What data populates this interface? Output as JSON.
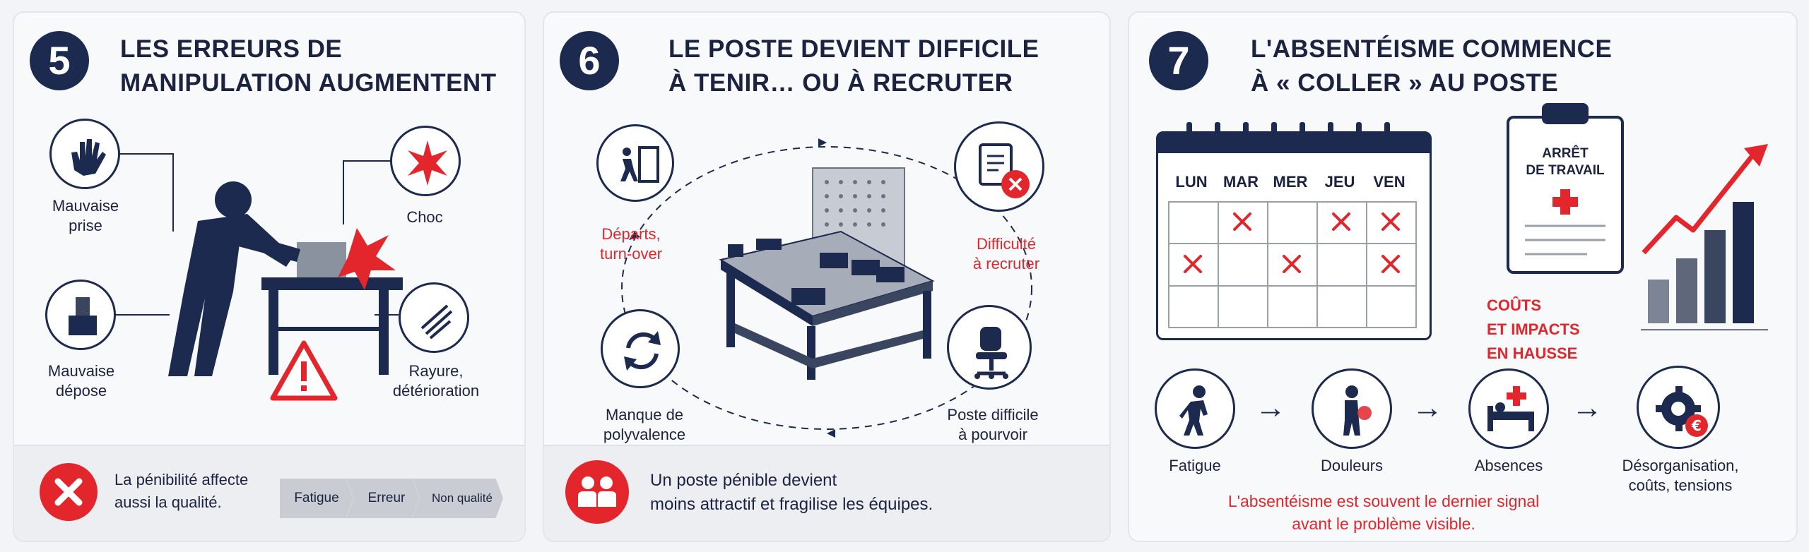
{
  "panel5": {
    "number": "5",
    "title_line1": "LES ERREURS DE",
    "title_line2": "MANIPULATION AUGMENTENT",
    "labels": {
      "bad_grip_l1": "Mauvaise",
      "bad_grip_l2": "prise",
      "shock": "Choc",
      "bad_place_l1": "Mauvaise",
      "bad_place_l2": "dépose",
      "scratch_l1": "Rayure,",
      "scratch_l2": "détérioration"
    },
    "footer_text_l1": "La pénibilité affecte",
    "footer_text_l2": "aussi la qualité.",
    "chain": [
      "Fatigue",
      "Erreur",
      "Non qualité"
    ]
  },
  "panel6": {
    "number": "6",
    "title_line1": "LE POSTE DEVIENT DIFFICILE",
    "title_line2": "À TENIR… OU À RECRUTER",
    "labels": {
      "departures_l1": "Départs,",
      "departures_l2": "turn-over",
      "hiring_l1": "Difficulté",
      "hiring_l2": "à recruter",
      "versatility_l1": "Manque de",
      "versatility_l2": "polyvalence",
      "fill_l1": "Poste difficile",
      "fill_l2": "à pourvoir"
    },
    "footer_text_l1": "Un poste pénible devient",
    "footer_text_l2": "moins attractif et fragilise les équipes."
  },
  "panel7": {
    "number": "7",
    "title_line1": "L'ABSENTÉISME COMMENCE",
    "title_line2": "À « COLLER » AU POSTE",
    "days": [
      "LUN",
      "MAR",
      "MER",
      "JEU",
      "VEN"
    ],
    "clipboard_l1": "ARRÊT",
    "clipboard_l2": "DE TRAVAIL",
    "costs_l1": "COÛTS",
    "costs_l2": "ET IMPACTS",
    "costs_l3": "EN HAUSSE",
    "flow": [
      "Fatigue",
      "Douleurs",
      "Absences"
    ],
    "flow_last_l1": "Désorganisation,",
    "flow_last_l2": "coûts, tensions",
    "note_l1": "L'absentéisme est souvent le dernier signal",
    "note_l2": "avant le problème visible.",
    "colors": {
      "navy": "#1b2a4e",
      "red": "#e2262b"
    }
  }
}
